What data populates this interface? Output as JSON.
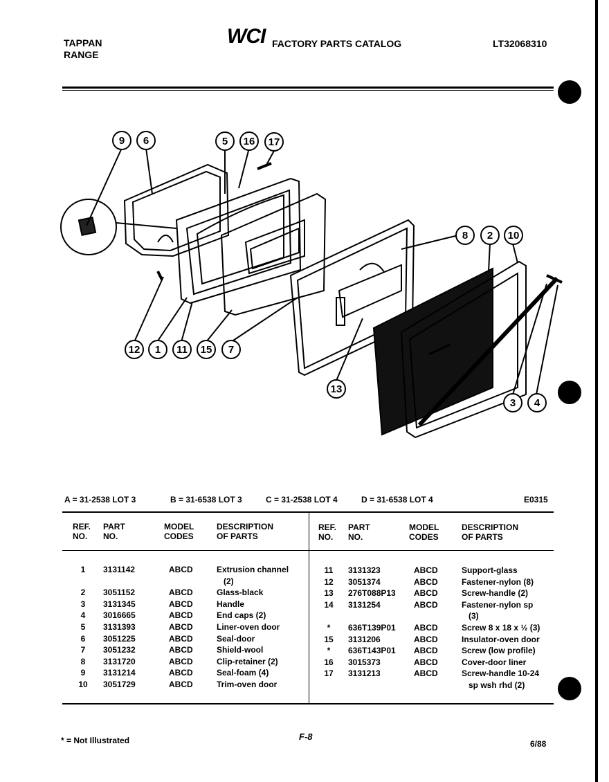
{
  "header": {
    "brand_line1": "TAPPAN",
    "brand_line2": "RANGE",
    "logo": "WCI",
    "catalog_title": "FACTORY PARTS CATALOG",
    "catalog_number": "LT32068310"
  },
  "diagram": {
    "callouts": [
      "9",
      "6",
      "5",
      "16",
      "17",
      "8",
      "2",
      "10",
      "12",
      "1",
      "11",
      "15",
      "7",
      "13",
      "3",
      "4"
    ]
  },
  "lots": {
    "a": "A = 31-2538 LOT 3",
    "b": "B = 31-6538 LOT 3",
    "c": "C = 31-2538 LOT 4",
    "d": "D = 31-6538 LOT 4",
    "code": "E0315"
  },
  "table": {
    "headers": {
      "ref_1": "REF.",
      "ref_2": "NO.",
      "part_1": "PART",
      "part_2": "NO.",
      "model_1": "MODEL",
      "model_2": "CODES",
      "desc_1": "DESCRIPTION",
      "desc_2": "OF PARTS"
    },
    "left_rows": [
      {
        "ref": "1",
        "part": "3131142",
        "model": "ABCD",
        "desc": "Extrusion channel",
        "desc2": "(2)"
      },
      {
        "ref": "2",
        "part": "3051152",
        "model": "ABCD",
        "desc": "Glass-black"
      },
      {
        "ref": "3",
        "part": "3131345",
        "model": "ABCD",
        "desc": "Handle"
      },
      {
        "ref": "4",
        "part": "3016665",
        "model": "ABCD",
        "desc": "End caps (2)"
      },
      {
        "ref": "5",
        "part": "3131393",
        "model": "ABCD",
        "desc": "Liner-oven door"
      },
      {
        "ref": "6",
        "part": "3051225",
        "model": "ABCD",
        "desc": "Seal-door"
      },
      {
        "ref": "7",
        "part": "3051232",
        "model": "ABCD",
        "desc": "Shield-wool"
      },
      {
        "ref": "8",
        "part": "3131720",
        "model": "ABCD",
        "desc": "Clip-retainer (2)"
      },
      {
        "ref": "9",
        "part": "3131214",
        "model": "ABCD",
        "desc": "Seal-foam (4)"
      },
      {
        "ref": "10",
        "part": "3051729",
        "model": "ABCD",
        "desc": "Trim-oven door"
      }
    ],
    "right_rows": [
      {
        "ref": "11",
        "part": "3131323",
        "model": "ABCD",
        "desc": "Support-glass"
      },
      {
        "ref": "12",
        "part": "3051374",
        "model": "ABCD",
        "desc": "Fastener-nylon (8)"
      },
      {
        "ref": "13",
        "part": "276T088P13",
        "model": "ABCD",
        "desc": "Screw-handle (2)"
      },
      {
        "ref": "14",
        "part": "3131254",
        "model": "ABCD",
        "desc": "Fastener-nylon sp",
        "desc2": "(3)"
      },
      {
        "ref": "*",
        "part": "636T139P01",
        "model": "ABCD",
        "desc": "Screw 8 x 18 x ½ (3)"
      },
      {
        "ref": "15",
        "part": "3131206",
        "model": "ABCD",
        "desc": "Insulator-oven door"
      },
      {
        "ref": "*",
        "part": "636T143P01",
        "model": "ABCD",
        "desc": "Screw (low profile)"
      },
      {
        "ref": "16",
        "part": "3015373",
        "model": "ABCD",
        "desc": "Cover-door liner"
      },
      {
        "ref": "17",
        "part": "3131213",
        "model": "ABCD",
        "desc": "Screw-handle 10-24",
        "desc2": "sp wsh rhd (2)"
      }
    ]
  },
  "footer": {
    "note": "* = Not Illustrated",
    "page": "F-8",
    "date": "6/88"
  }
}
